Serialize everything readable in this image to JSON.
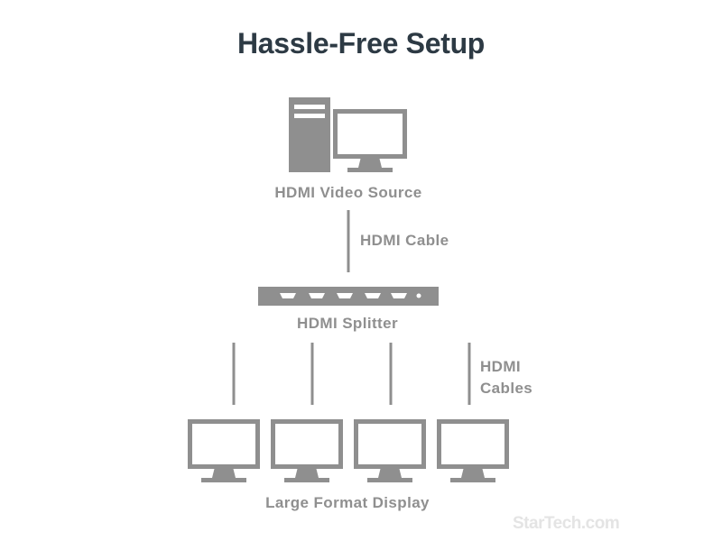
{
  "title": "Hassle-Free Setup",
  "source": {
    "label": "HDMI Video Source"
  },
  "input_cable": {
    "label": "HDMI Cable"
  },
  "splitter": {
    "label": "HDMI Splitter",
    "ports": 5
  },
  "output_cables": {
    "label_line1": "HDMI",
    "label_line2": "Cables"
  },
  "displays": {
    "label": "Large Format Display",
    "count": 4
  },
  "watermark": "StarTech.com",
  "colors": {
    "title": "#2d3a44",
    "icon": "#8f8f8f",
    "label": "#8f8f8f",
    "background": "#ffffff"
  }
}
